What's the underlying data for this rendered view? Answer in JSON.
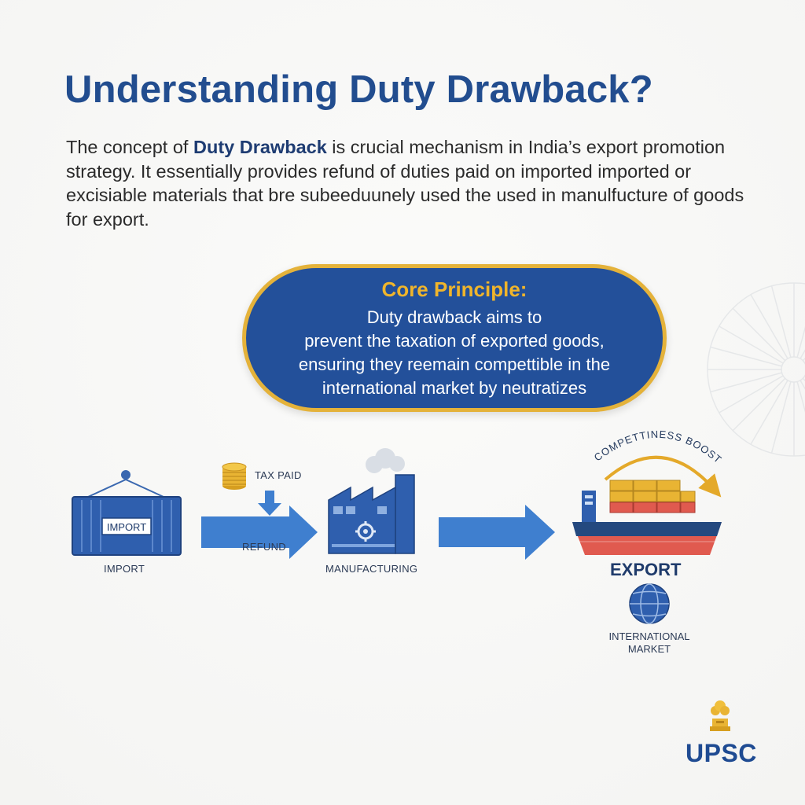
{
  "title": "Understanding Duty Drawback?",
  "intro": {
    "before": "The concept of ",
    "bold": "Duty Drawback",
    "after": " is crucial mechanism in India’s export promotion strategy. It essentially provides refund of duties paid on imported imported or excisiable materials that bre subeeduunely used the used in manulfucture of goods for export."
  },
  "core_principle": {
    "title": "Core Principle:",
    "lines": [
      "Duty drawback aims to",
      "prevent the taxation of exported goods,",
      "ensuring they reemain compettible in the",
      "international market by neutratizes"
    ]
  },
  "flow": {
    "container_text": "IMPORT",
    "import_label": "IMPORT",
    "tax_paid_label": "TAX PAID",
    "refund_label": "REFUND",
    "manufacturing_label": "MANUFACTURING",
    "boost_label": "COMPETTINESS BOOST",
    "export_label": "EXPORT",
    "market_label_1": "INTERNATIONAL",
    "market_label_2": "MARKET"
  },
  "brand": "UPSC",
  "colors": {
    "title_blue": "#224d8f",
    "box_blue": "#23509a",
    "gold": "#e4b23a",
    "arrow_blue": "#3f7fcf"
  }
}
